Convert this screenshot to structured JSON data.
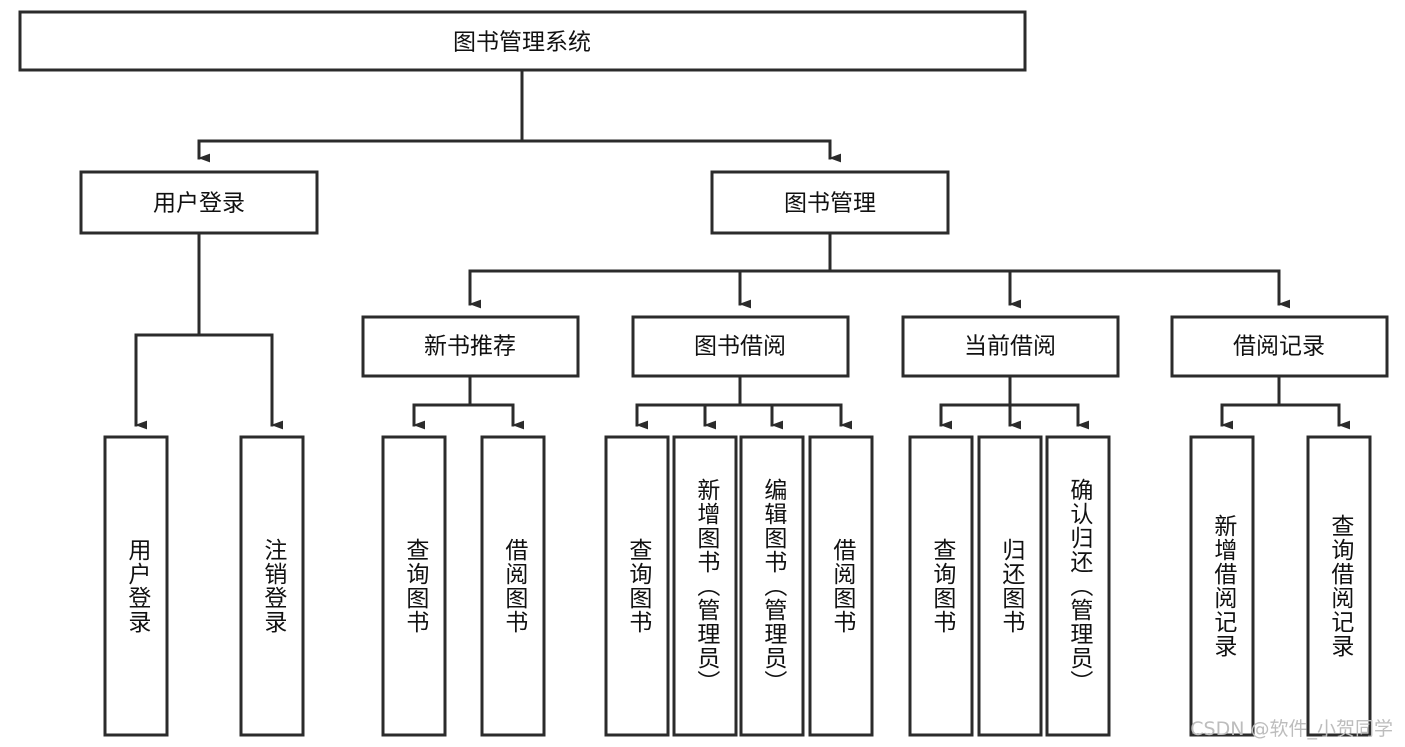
{
  "diagram": {
    "title": "图书管理系统",
    "type": "tree-hierarchy-diagram",
    "colors": {
      "box_stroke": "#2b2b2b",
      "box_fill": "#ffffff",
      "connector": "#2b2b2b",
      "text": "#111111",
      "watermark": "#bdbdbd",
      "background": "#ffffff"
    },
    "root": {
      "label": "图书管理系统"
    },
    "level2": [
      {
        "label": "用户登录"
      },
      {
        "label": "图书管理"
      }
    ],
    "level3": [
      {
        "label": "新书推荐"
      },
      {
        "label": "图书借阅"
      },
      {
        "label": "当前借阅"
      },
      {
        "label": "借阅记录"
      }
    ],
    "leaves": {
      "user_login": [
        {
          "label": "用户登录"
        },
        {
          "label": "注销登录"
        }
      ],
      "new_book_recommend": [
        {
          "label": "查询图书"
        },
        {
          "label": "借阅图书"
        }
      ],
      "book_borrow": [
        {
          "label": "查询图书"
        },
        {
          "label": "新增图书（管理员）"
        },
        {
          "label": "编辑图书（管理员）"
        },
        {
          "label": "借阅图书"
        }
      ],
      "current_borrow": [
        {
          "label": "查询图书"
        },
        {
          "label": "归还图书"
        },
        {
          "label": "确认归还（管理员）"
        }
      ],
      "borrow_record": [
        {
          "label": "新增借阅记录"
        },
        {
          "label": "查询借阅记录"
        }
      ]
    }
  },
  "watermark": {
    "text": "CSDN @软件_小贺同学"
  }
}
